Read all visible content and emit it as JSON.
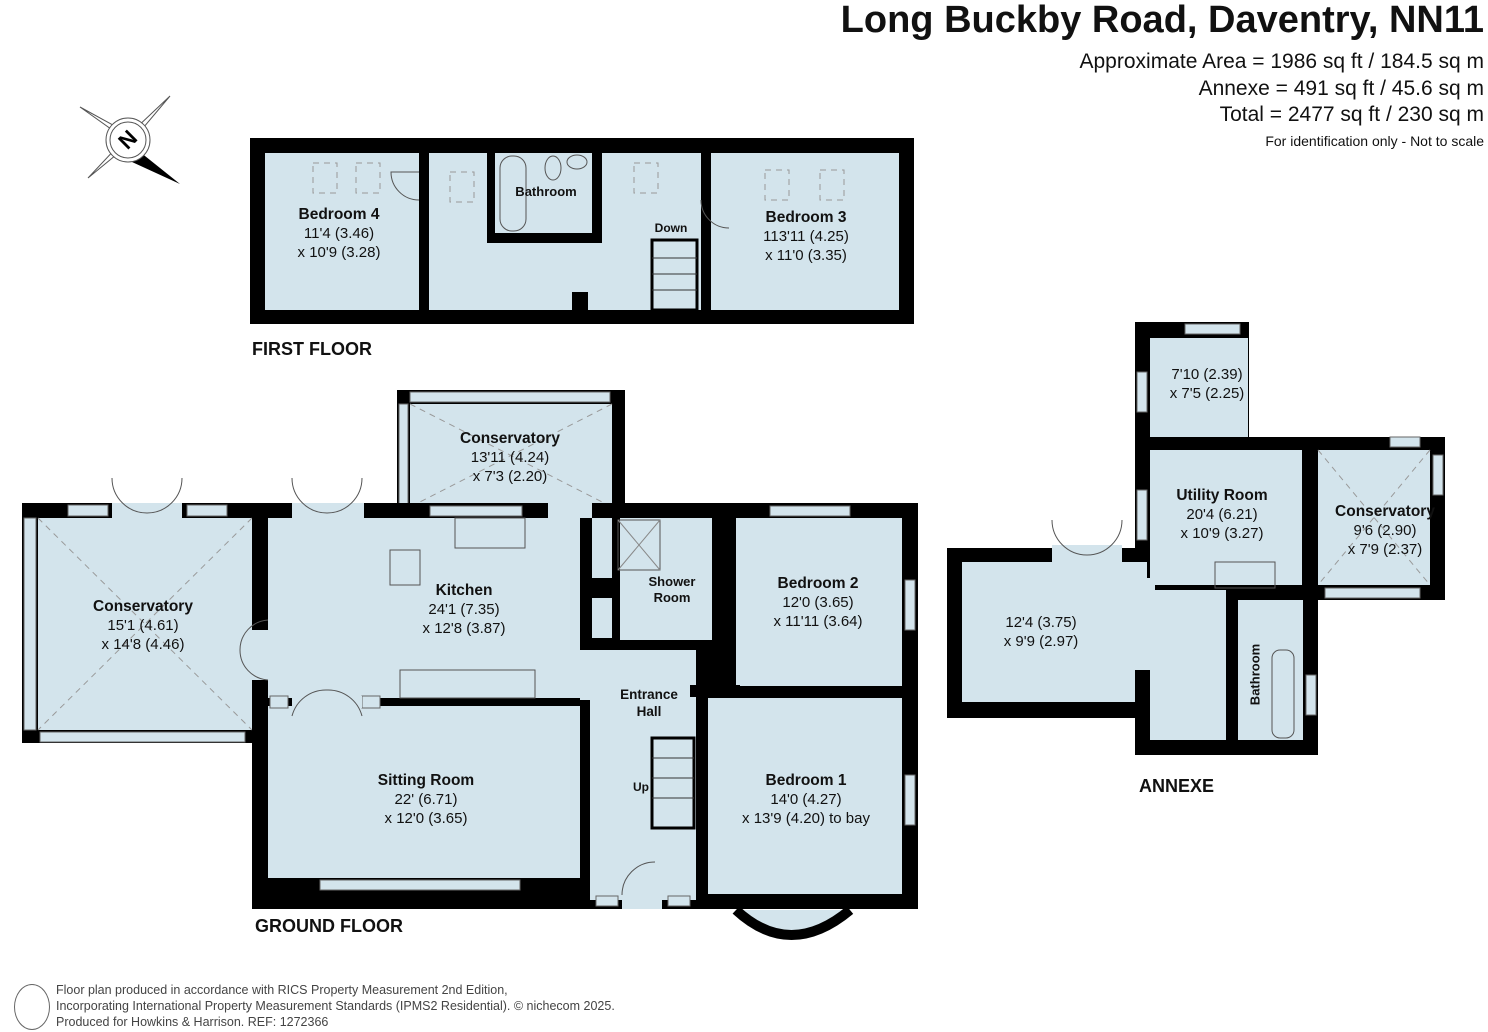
{
  "header": {
    "title": "Long Buckby Road, Daventry, NN11",
    "areas": [
      "Approximate Area = 1986 sq ft / 184.5 sq m",
      "Annexe = 491 sq ft / 45.6 sq m",
      "Total = 2477 sq ft / 230 sq m"
    ],
    "note": "For identification only - Not to scale"
  },
  "compass": {
    "icon": "compass-north-icon",
    "direction": "N"
  },
  "floors": {
    "first": "FIRST FLOOR",
    "ground": "GROUND FLOOR",
    "annexe": "ANNEXE"
  },
  "rooms": {
    "bedroom4": {
      "name": "Bedroom 4",
      "dim1": "11'4 (3.46)",
      "dim2": "x 10'9 (3.28)"
    },
    "bathroom_ff": {
      "name": "Bathroom"
    },
    "down": {
      "name": "Down"
    },
    "bedroom3": {
      "name": "Bedroom 3",
      "dim1": "113'11 (4.25)",
      "dim2": "x 11'0 (3.35)"
    },
    "conservatory_top": {
      "name": "Conservatory",
      "dim1": "13'11 (4.24)",
      "dim2": "x 7'3 (2.20)"
    },
    "conservatory_left": {
      "name": "Conservatory",
      "dim1": "15'1 (4.61)",
      "dim2": "x 14'8 (4.46)"
    },
    "kitchen": {
      "name": "Kitchen",
      "dim1": "24'1 (7.35)",
      "dim2": "x 12'8 (3.87)"
    },
    "shower": {
      "name": "Shower",
      "name2": "Room"
    },
    "bedroom2": {
      "name": "Bedroom 2",
      "dim1": "12'0 (3.65)",
      "dim2": "x 11'11 (3.64)"
    },
    "entrance": {
      "name": "Entrance",
      "name2": "Hall"
    },
    "up": {
      "name": "Up"
    },
    "sitting": {
      "name": "Sitting Room",
      "dim1": "22' (6.71)",
      "dim2": "x 12'0 (3.65)"
    },
    "bedroom1": {
      "name": "Bedroom 1",
      "dim1": "14'0 (4.27)",
      "dim2": "x 13'9 (4.20) to bay"
    },
    "annexe_small": {
      "dim1": "7'10 (2.39)",
      "dim2": "x 7'5 (2.25)"
    },
    "utility": {
      "name": "Utility Room",
      "dim1": "20'4 (6.21)",
      "dim2": "x 10'9 (3.27)"
    },
    "annexe_cons": {
      "name": "Conservatory",
      "dim1": "9'6 (2.90)",
      "dim2": "x 7'9 (2.37)"
    },
    "annexe_left": {
      "dim1": "12'4 (3.75)",
      "dim2": "x 9'9 (2.97)"
    },
    "annexe_bath": {
      "name": "Bathroom"
    }
  },
  "footer": {
    "line1": "Floor plan produced in accordance with RICS Property Measurement 2nd Edition,",
    "line2": "Incorporating International Property Measurement Standards (IPMS2 Residential).   © nichecom 2025.",
    "line3": "Produced for Howkins & Harrison.   REF: 1272366"
  },
  "colors": {
    "room_fill": "#D3E4EC",
    "wall": "#000000"
  }
}
